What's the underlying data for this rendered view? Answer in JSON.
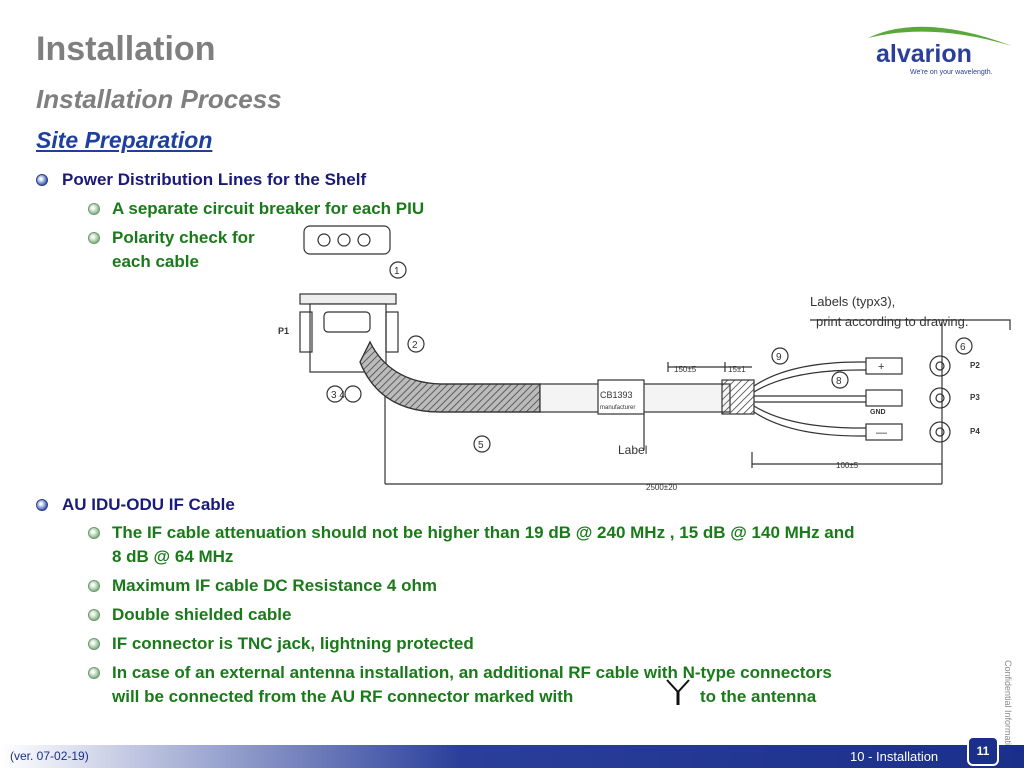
{
  "header": {
    "title": "Installation",
    "subtitle": "Installation Process",
    "section": "Site Preparation"
  },
  "logo": {
    "brand": "alvarion",
    "tagline": "We're on your wavelength."
  },
  "bullets_top": {
    "main": "Power Distribution Lines for the Shelf",
    "sub1": "A separate circuit breaker for each PIU",
    "sub2_line1": "Polarity check for",
    "sub2_line2": "each cable"
  },
  "diagram": {
    "labels_note_1": "Labels (typx3),",
    "labels_note_2": "print according to drawing.",
    "p1": "P1",
    "c1": "1",
    "c2": "2",
    "c34": "3 4",
    "c5": "5",
    "c6": "6",
    "c8": "8",
    "c9": "9",
    "dim_150": "150±5",
    "dim_15": "15±1",
    "dim_100": "100±5",
    "dim_2500": "2500±20",
    "tag": "CB1393",
    "tag_sub": "manufacturer",
    "label_callout": "Label",
    "p2": "P2",
    "p3": "P3",
    "p4": "P4",
    "gnd": "GND",
    "plus": "+",
    "minus": "—"
  },
  "bullets_bottom": {
    "main": "AU IDU-ODU IF Cable",
    "items": [
      "The IF cable attenuation should not be higher than 19 dB @ 240 MHz , 15 dB @ 140 MHz and",
      "8 dB @  64 MHz",
      "Maximum IF cable DC Resistance 4 ohm",
      "Double shielded cable",
      "IF connector is TNC jack, lightning protected",
      "In case of an external antenna installation, an additional RF  cable with N-type connectors",
      "will be connected from the AU RF connector marked with",
      "to the antenna"
    ]
  },
  "footer": {
    "version": "(ver. 07-02-19)",
    "chapter": "10 - Installation",
    "page": "11",
    "confidential": "Confidential Information"
  }
}
